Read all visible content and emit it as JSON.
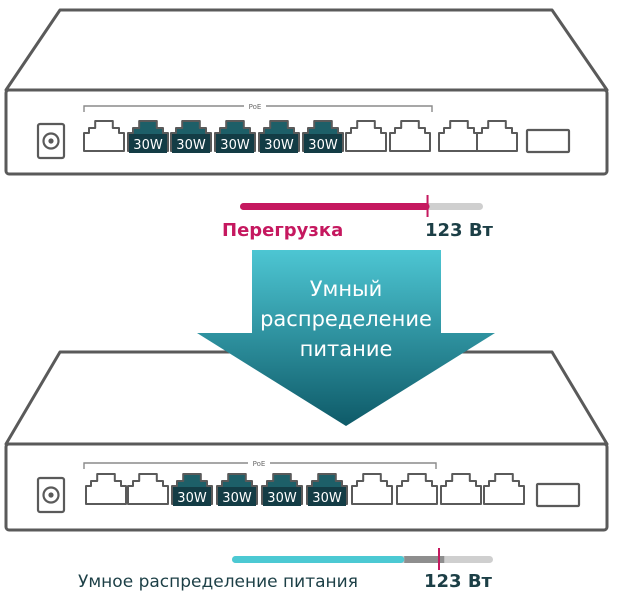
{
  "colors": {
    "outline": "#5a5a5a",
    "body_fill": "#ffffff",
    "port_active": "#1d5f68",
    "label_bg": "#133c45",
    "overload": "#c5185f",
    "smart": "#4cc9d3",
    "track": "#cfcfcf",
    "arrow_top": "#4dc6d3",
    "arrow_bottom": "#0e5a68",
    "text_dark": "#1c3f46"
  },
  "top_switch": {
    "poe_label": "PoE",
    "port_labels": [
      "30W",
      "30W",
      "30W",
      "30W",
      "30W"
    ]
  },
  "overload_meter": {
    "label": "Перегрузка",
    "value": "123 Вт",
    "fill_fraction": 0.78
  },
  "arrow": {
    "line1": "Умный",
    "line2": "распределение",
    "line3": "питание"
  },
  "bottom_switch": {
    "poe_label": "PoE",
    "port_labels": [
      "30W",
      "30W",
      "30W",
      "30W"
    ]
  },
  "smart_meter": {
    "label": "Умное распределение питания",
    "value": "123 Вт",
    "fill_fraction": 0.66
  },
  "icons": {
    "power_connector": "dc-power-jack-icon",
    "ethernet_port": "rj45-port-icon",
    "sfp_slot": "sfp-slot-icon"
  }
}
